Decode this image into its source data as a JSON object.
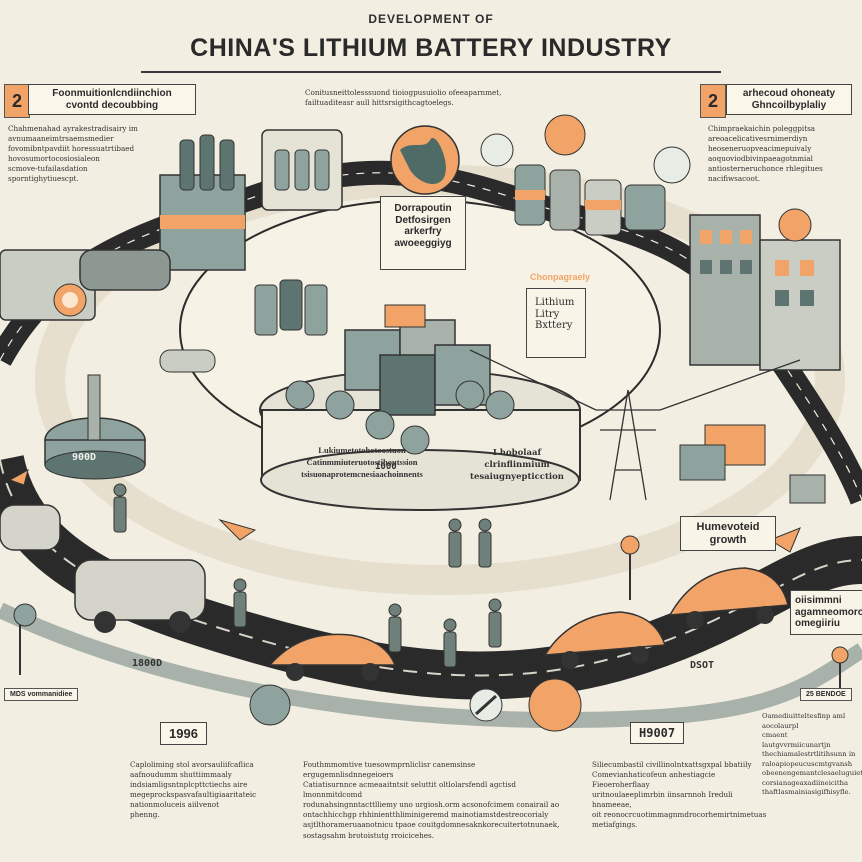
{
  "title": {
    "subtitle": "DEVELOPMENT OF",
    "main": "CHINA'S LITHIUM BATTERY INDUSTRY"
  },
  "left_panel": {
    "badge": "2",
    "banner": "Foonmuitionlcndiinchion\ncvontd decoubbing",
    "paragraph": "Chahmenahad ayrakestradisairy im\navnumaaneimtrsaemsmedier\nfovomibntpavdiit horessuatrtibaed\nhovosumortocosiosialeon\nscmove-tufailasdation\nsporntighytiuescpt."
  },
  "right_panel": {
    "badge": "2",
    "banner": "arhecoud ohoneaty\nGhncoilbyplaliy",
    "paragraph": "Chimpraekaichin poleggpitsa\nareoacelicativesrnimerdiyn\nheoseneruopveacimepuivaly\naoquoviodbivinpaeagotnmial\nantiosterneruchonce rhlegitues\nnacifiwsacoot."
  },
  "top_center_text": "Conitusneittolesssuond tioiogpusuiolio ofeeaparnmet,\nfailtuaditeasr aull hittsrsigithcagtoelegs.",
  "center_sign": "Dorrapoutin\nDetfosirgen\narkerfry\nawoeeggiyg",
  "lithium_sign": "Lithium\nLitry\nBxttery",
  "lithium_tag": "Chonpagraely",
  "platform_label": "Lukiumetotohotoostuon\nCatinmmiuteruotostihoutssion\ntsisuonaprotemcnesiaachoinnents",
  "platform_year": "1000",
  "platform_side_text": "I hobolaaf clrinflinmium\ntesaiugnyepticction",
  "growth_tag": "Humevoteid\ngrowth",
  "right_road_tag": "oiisimmni\nagamneomoro\nomegiiriu",
  "road_labels": {
    "left_machine": "900D",
    "left_road": "1800D",
    "right_road": "DSOT"
  },
  "bottom_left_small": "MDS vommanidiee",
  "bottom_right_small": "25 BENDOE",
  "timeline": [
    {
      "year": "1996",
      "text": "Caploliming stol avorsauliifcaflica\naafnoudumm shuttiimmaaly\nindsiamligsntnplcpttctiechs aire\nmegeprockspasvafaultigiaaritateic\nnationmoluceis aiilvenot\nphenng."
    },
    {
      "year": "",
      "text": "Fouthmmomtive tuesowmprnliclisr canemsinse ergugemnlisdnnegeioers\nCatiatisurnnce acmeaaitntsit seluttit oltlolarsfendl agctisd lmonnmitdcomd\nrodunahsingnntacttlliemy uno urgiosh.orm acsonofcimem conairail ao\nontachhicchgp rhhinientthliminigeremd mainotiamstdestreocorialy\nasjtlthorameruaanotnicu tpaoe couitgdomnesaknkorecuitertotnunaek,\nsostagsahm brotoistutg rroicicehes."
    },
    {
      "year": "H9007",
      "text": "Siliecumbastil civillinolntxattsgxpal bbatiily\nComevianhaticofeun anhestiagcie Fieoeroherflaay\nuritnoulaeeplimrbin iinsarnnoh Ireduli hnameeae,\noit reonocrcuotimmagnmdrocorhemirtnimetuas\nmetiafgings."
    },
    {
      "year": "",
      "text": "Oamediuitteltesfinp aml aocolaurpl\ncmaent lautgvvrmiicunartjn\nthechiamalestrtlitihsunn in\nraloapiopeucuscmtgvansh\nobeenengemantclesaeluguiet\ncorsianageaxadiineicitha\nthaftlasmainiasigifhisyfle."
    }
  ],
  "colors": {
    "background": "#f3eee2",
    "accent_orange": "#f2a468",
    "road": "#2a2a2a",
    "building_teal": "#8fa39e",
    "dark_teal": "#5e7470"
  }
}
